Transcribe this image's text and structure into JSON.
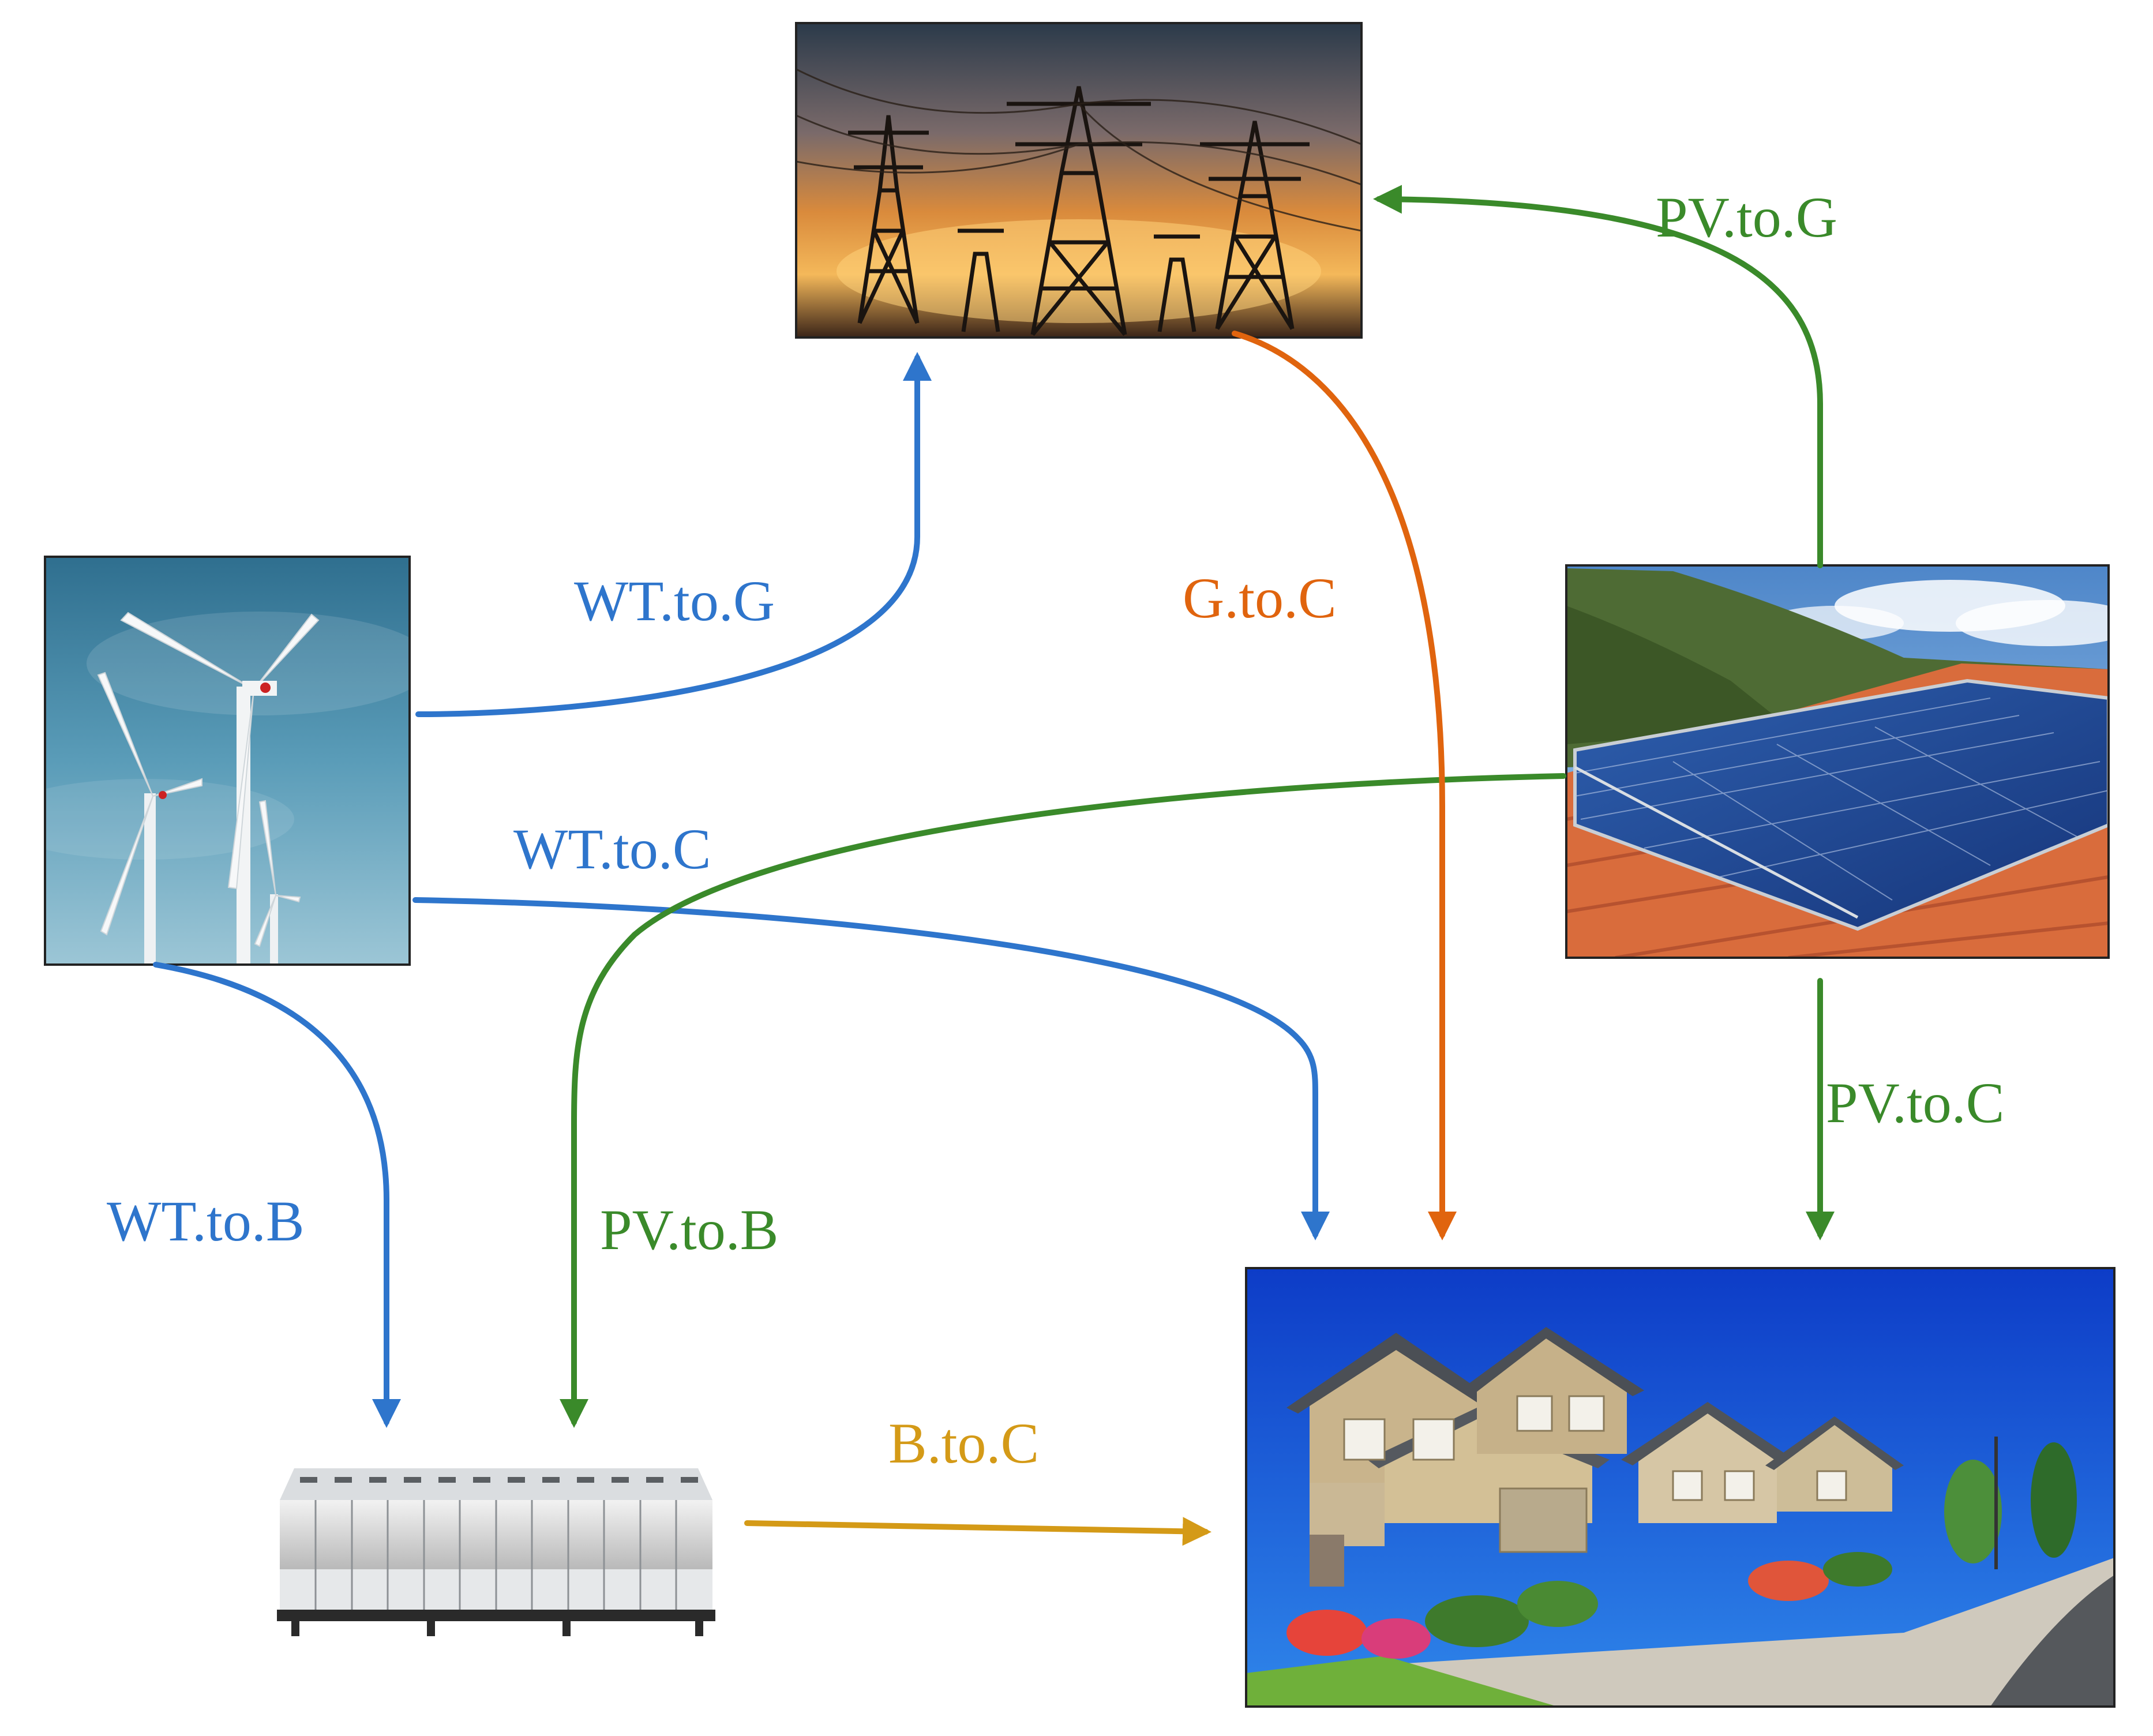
{
  "nodes": {
    "grid": {
      "name": "grid-photo"
    },
    "wind": {
      "name": "wind-turbine-photo"
    },
    "solar": {
      "name": "solar-panel-photo"
    },
    "battery": {
      "name": "battery-bank-photo"
    },
    "consumer": {
      "name": "houses-photo"
    }
  },
  "colors": {
    "wind": "#2E75CC",
    "solar": "#3A8A2A",
    "grid": "#E0640E",
    "battery": "#D49A17"
  },
  "flows": {
    "wt_to_g": "WT.to.G",
    "wt_to_c": "WT.to.C",
    "wt_to_b": "WT.to.B",
    "pv_to_g": "PV.to.G",
    "pv_to_c": "PV.to.C",
    "pv_to_b": "PV.to.B",
    "g_to_c": "G.to.C",
    "b_to_c": "B.to.C"
  }
}
